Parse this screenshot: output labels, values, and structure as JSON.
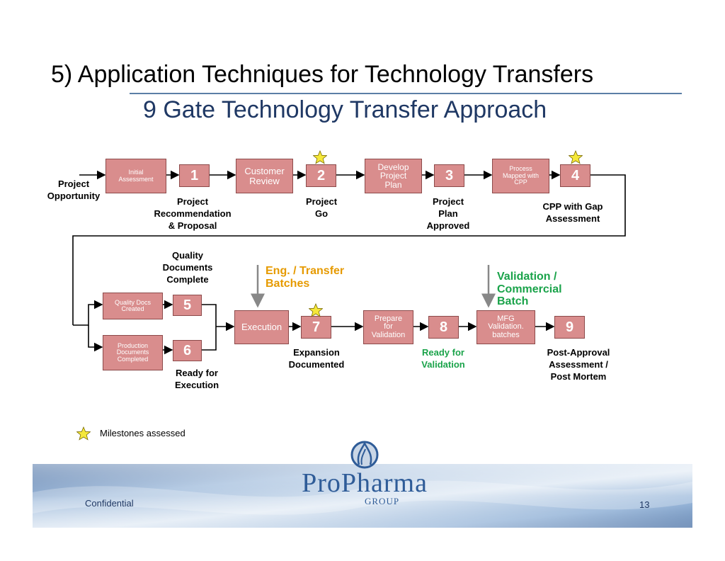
{
  "slide": {
    "title": "5) Application Techniques for Technology Transfers",
    "subtitle": "9 Gate Technology Transfer Approach",
    "confidential": "Confidential",
    "page_number": "13",
    "legend": "Milestones assessed"
  },
  "logo": {
    "name": "ProPharma",
    "group": "GROUP"
  },
  "colors": {
    "box": "#d98d8d",
    "box_border": "#8c4a4a",
    "orange": "#e69a00",
    "green": "#1aa34a",
    "navy": "#1f3864"
  },
  "row1": {
    "start_label": [
      "Project",
      "Opportunity"
    ],
    "steps": [
      {
        "box": [
          "Initial",
          "Assessment"
        ],
        "gate": "1",
        "below": [
          "Project",
          "Recommendation",
          "& Proposal"
        ]
      },
      {
        "box": [
          "Customer",
          "Review"
        ],
        "gate": "2",
        "below": [
          "Project",
          "Go"
        ]
      },
      {
        "box": [
          "Develop",
          "Project",
          "Plan"
        ],
        "gate": "3",
        "below": [
          "Project",
          "Plan",
          "Approved"
        ]
      },
      {
        "box": [
          "Process",
          "Mapped with",
          "CPP"
        ],
        "gate": "4",
        "below": [
          "CPP with Gap",
          "Assessment"
        ]
      }
    ]
  },
  "row2": {
    "above5": [
      "Quality",
      "Documents",
      "Complete"
    ],
    "box5": [
      "Quality Docs",
      "Created"
    ],
    "gate5": "5",
    "box6": [
      "Production",
      "Documents",
      "Completed"
    ],
    "gate6": "6",
    "below6": [
      "Ready for",
      "Execution"
    ],
    "callout_eng": [
      "Eng.  / Transfer",
      "Batches"
    ],
    "box7": "Execution",
    "gate7": "7",
    "below7": [
      "Expansion",
      "Documented"
    ],
    "box8": [
      "Prepare",
      "for",
      "Validation"
    ],
    "gate8": "8",
    "below8": [
      "Ready for",
      "Validation"
    ],
    "callout_val": [
      "Validation /",
      "Commercial",
      "Batch"
    ],
    "box9": [
      "MFG",
      "Validation.",
      "batches"
    ],
    "gate9": "9",
    "below9": [
      "Post-Approval",
      "Assessment /",
      "Post Mortem"
    ]
  }
}
